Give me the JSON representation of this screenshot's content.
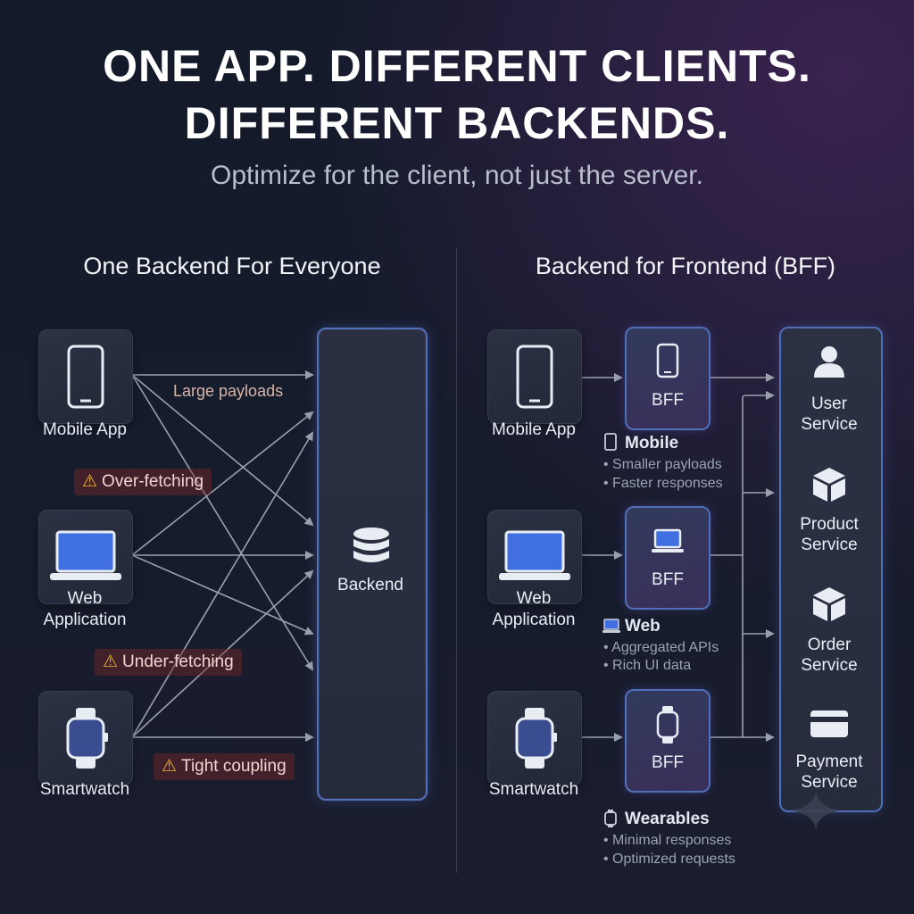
{
  "header": {
    "title_line1": "ONE APP. DIFFERENT CLIENTS.",
    "title_line2": "DIFFERENT BACKENDS.",
    "subtitle": "Optimize for the client, not just the server."
  },
  "left": {
    "title": "One Backend For Everyone",
    "clients": [
      {
        "label": "Mobile App",
        "icon": "phone-icon"
      },
      {
        "label_line1": "Web",
        "label_line2": "Application",
        "icon": "laptop-icon"
      },
      {
        "label": "Smartwatch",
        "icon": "watch-icon"
      }
    ],
    "backend_label": "Backend",
    "payload_label": "Large payloads",
    "warnings": [
      "Over-fetching",
      "Under-fetching",
      "Tight coupling"
    ],
    "warning_icon": "⚠"
  },
  "right": {
    "title": "Backend for Frontend (BFF)",
    "clients": [
      {
        "label": "Mobile App",
        "icon": "phone-icon"
      },
      {
        "label_line1": "Web",
        "label_line2": "Application",
        "icon": "laptop-icon"
      },
      {
        "label": "Smartwatch",
        "icon": "watch-icon"
      }
    ],
    "bff_label": "BFF",
    "notes": [
      {
        "heading": "Mobile",
        "items": [
          "• Smaller payloads",
          "• Faster responses"
        ]
      },
      {
        "heading": "Web",
        "items": [
          "• Aggregated APIs",
          "• Rich UI data"
        ]
      },
      {
        "heading": "Wearables",
        "items": [
          "• Minimal responses",
          "• Optimized requests"
        ]
      }
    ],
    "services": [
      {
        "line1": "User",
        "line2": "Service",
        "icon": "user-icon"
      },
      {
        "line1": "Product",
        "line2": "Service",
        "icon": "package-icon"
      },
      {
        "line1": "Order",
        "line2": "Service",
        "icon": "package-icon"
      },
      {
        "line1": "Payment",
        "line2": "Service",
        "icon": "credit-card-icon"
      }
    ]
  },
  "colors": {
    "background": "#151b2b",
    "accent_border": "#4f6fb8",
    "screen_blue": "#3f6fe0",
    "warning_yellow": "#f0b429",
    "warning_bg": "#5a2a30",
    "line_gray": "#9aa0ad"
  }
}
